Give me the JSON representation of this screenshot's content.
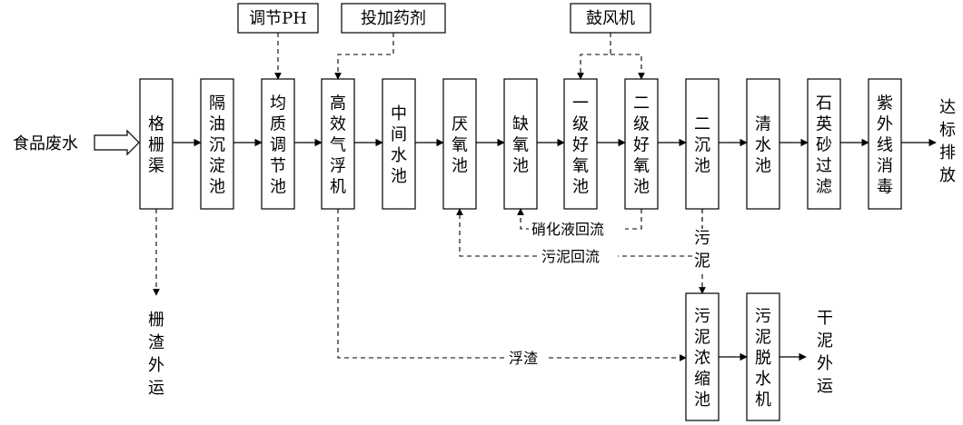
{
  "diagram": {
    "input_label": "食品废水",
    "output_label": "达标排放",
    "main_units": [
      {
        "id": "grille",
        "label": "格栅渠"
      },
      {
        "id": "oil-sep",
        "label": "隔油沉淀池"
      },
      {
        "id": "equalization",
        "label": "均质调节池"
      },
      {
        "id": "daf",
        "label": "高效气浮机"
      },
      {
        "id": "intermediate",
        "label": "中间水池"
      },
      {
        "id": "anaerobic",
        "label": "厌氧池"
      },
      {
        "id": "anoxic",
        "label": "缺氧池"
      },
      {
        "id": "aerobic-1",
        "label": "一级好氧池"
      },
      {
        "id": "aerobic-2",
        "label": "二级好氧池"
      },
      {
        "id": "secondary-clarifier",
        "label": "二沉池"
      },
      {
        "id": "clear-water",
        "label": "清水池"
      },
      {
        "id": "sand-filter",
        "label": "石英砂过滤"
      },
      {
        "id": "uv",
        "label": "紫外线消毒"
      }
    ],
    "top_inputs": [
      {
        "id": "ph",
        "label": "调节PH"
      },
      {
        "id": "chemicals",
        "label": "投加药剂"
      },
      {
        "id": "blower",
        "label": "鼓风机"
      }
    ],
    "sludge_units": [
      {
        "id": "thickener",
        "label": "污泥浓缩池"
      },
      {
        "id": "dewater",
        "label": "污泥脱水机"
      }
    ],
    "flows": {
      "nitrate_return": "硝化液回流",
      "sludge_return": "污泥回流",
      "sludge": "污泥",
      "scum": "浮渣"
    },
    "outputs": {
      "grit_out": "栅渣外运",
      "dry_sludge_out": "干泥外运"
    }
  }
}
